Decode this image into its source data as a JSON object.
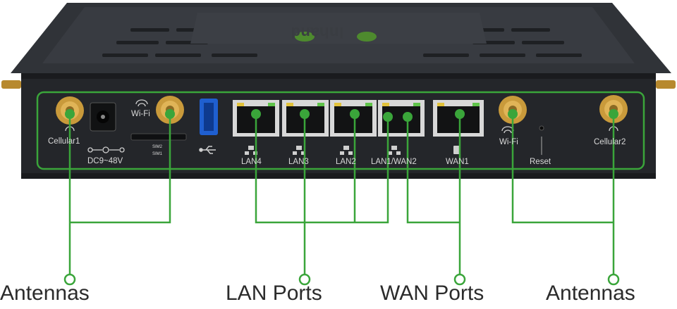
{
  "brand": {
    "logo_text": "Inhand"
  },
  "device_labels": {
    "cellular1": "Cellular1",
    "power": "DC9~48V",
    "wifi_left": "Wi-Fi",
    "sim2": "SIM2",
    "sim1": "SIM1",
    "lan4": "LAN4",
    "lan3": "LAN3",
    "lan2": "LAN2",
    "lan1_wan2": "LAN1/WAN2",
    "wan1": "WAN1",
    "wifi_right": "Wi-Fi",
    "reset": "Reset",
    "cellular2": "Cellular2"
  },
  "callouts": {
    "antennas_left": "Antennas",
    "lan_ports": "LAN Ports",
    "wan_ports": "WAN Ports",
    "antennas_right": "Antennas"
  },
  "colors": {
    "accent_green": "#3aa53a",
    "chassis": "#2a2c30",
    "text": "#2b2b2b"
  }
}
